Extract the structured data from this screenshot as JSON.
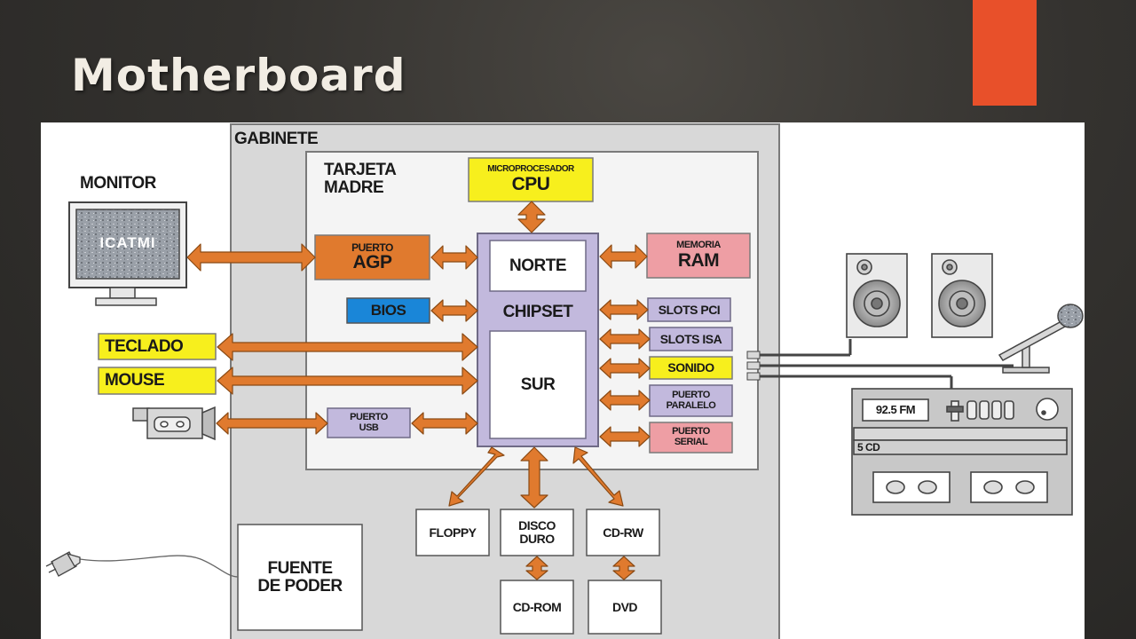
{
  "slide": {
    "title": "Motherboard"
  },
  "diagram": {
    "gabinete": "GABINETE",
    "tarjeta_madre": "TARJETA MADRE",
    "monitor": "MONITOR",
    "monitor_screen": "ICATMI",
    "cpu": {
      "top": "MICROPROCESADOR",
      "main": "CPU"
    },
    "agp": {
      "top": "PUERTO",
      "main": "AGP"
    },
    "ram": {
      "top": "MEMORIA",
      "main": "RAM"
    },
    "norte": "NORTE",
    "chipset": "CHIPSET",
    "sur": "SUR",
    "bios": "BIOS",
    "teclado": "TECLADO",
    "mouse": "MOUSE",
    "usb": {
      "top": "PUERTO",
      "main": "USB"
    },
    "slots_pci": "SLOTS PCI",
    "slots_isa": "SLOTS ISA",
    "sonido": "SONIDO",
    "paralelo": {
      "top": "PUERTO",
      "main": "PARALELO"
    },
    "serial": {
      "top": "PUERTO",
      "main": "SERIAL"
    },
    "floppy": "FLOPPY",
    "disco_duro": {
      "top": "DISCO",
      "main": "DURO"
    },
    "cd_rw": "CD-RW",
    "cd_rom": "CD-ROM",
    "dvd": "DVD",
    "fuente": {
      "top": "FUENTE",
      "main": "DE PODER"
    },
    "radio_display": "92.5 FM",
    "cd_changer": "5 CD"
  },
  "colors": {
    "accent": "#e8502a",
    "arrow": "#e07a2e",
    "chipset_box": "#c2b9dd",
    "cpu_box": "#f7ef1d",
    "ram_box": "#ee9ea4",
    "bios_box": "#1a86d8",
    "keyboard_box": "#f7ef1d",
    "gabinete_gray": "#d8d8d8"
  },
  "icons": [
    "monitor-icon",
    "camera-icon",
    "plug-icon",
    "speaker-icon",
    "microphone-icon",
    "stereo-icon"
  ]
}
